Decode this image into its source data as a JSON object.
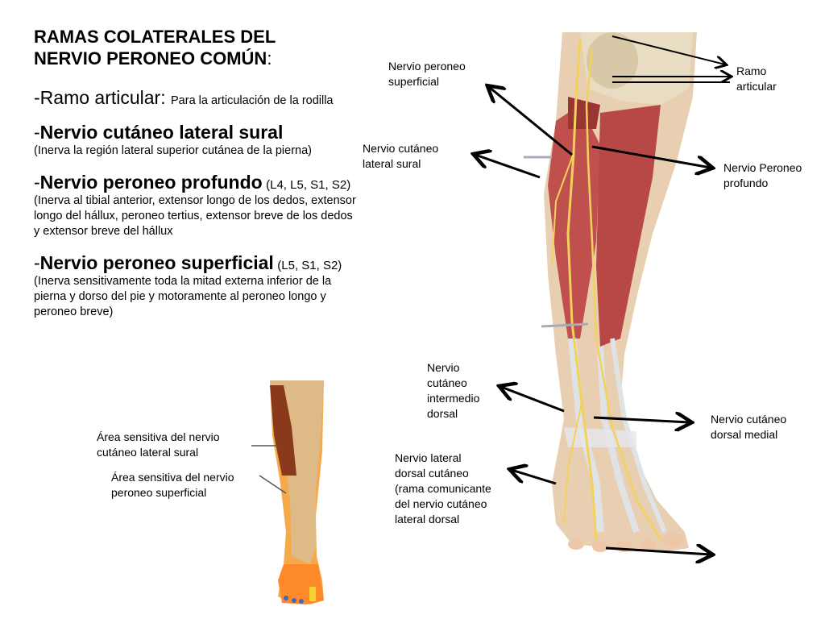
{
  "title_line1": "RAMAS COLATERALES DEL",
  "title_line2": "NERVIO PERONEO COMÚN",
  "title_colon": ":",
  "sections": [
    {
      "dash": "-",
      "head": "Ramo articular",
      "sep": ": ",
      "desc": "Para la articulación de la rodilla"
    },
    {
      "dash": "-",
      "head": "Nervio cutáneo lateral sural",
      "sep": "",
      "desc": "(Inerva la región  lateral superior cutánea de la pierna)"
    },
    {
      "dash": "-",
      "head": "Nervio peroneo profundo",
      "sep": " ",
      "roots": "(L4, L5, S1, S2)",
      "desc": "(Inerva al tibial anterior, extensor longo de los dedos, extensor longo del hállux, peroneo tertius, extensor breve de los dedos y extensor breve del hállux"
    },
    {
      "dash": "-",
      "head": "Nervio peroneo superficial",
      "sep": "  ",
      "roots": "(L5, S1, S2)",
      "desc": "(Inerva sensitivamente toda la mitad externa inferior de la pierna y dorso del pie y motoramente al peroneo longo y peroneo breve)"
    }
  ],
  "labels": {
    "peroneo_superficial": "Nervio peroneo superficial",
    "ramo_articular": "Ramo articular",
    "cutaneo_lateral_sural": "Nervio cutáneo lateral sural",
    "peroneo_profundo": "Nervio Peroneo profundo",
    "cutaneo_intermedio_dorsal": "Nervio cutáneo intermedio dorsal",
    "cutaneo_dorsal_medial": "Nervio cutáneo dorsal medial",
    "lateral_dorsal_cutaneo": "Nervio lateral dorsal cutáneo (rama comunicante del nervio cutáneo lateral dorsal",
    "area_sural": "Área sensitiva del nervio cutáneo lateral sural",
    "area_superficial": "Área sensitiva del nervio peroneo superficial"
  },
  "colors": {
    "muscle": "#c0504d",
    "bone": "#e8dcc3",
    "nerve": "#f2d25c",
    "skin": "#f5a94a",
    "sensory_area": "#8a3a1a"
  }
}
